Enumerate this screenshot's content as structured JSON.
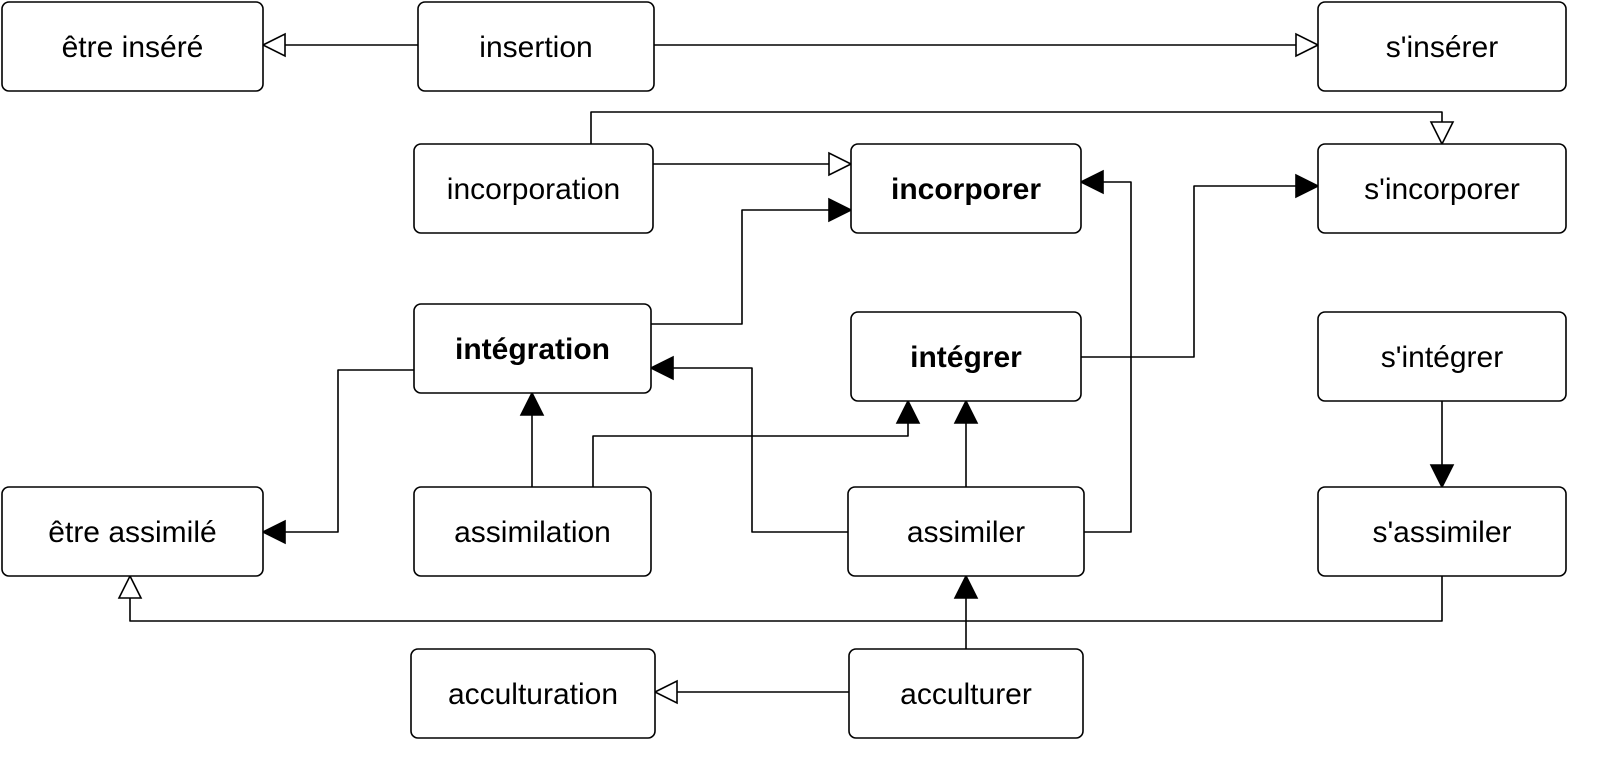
{
  "nodes": {
    "etre_insere": "être inséré",
    "insertion": "insertion",
    "s_inserer": "s'insérer",
    "incorporation": "incorporation",
    "incorporer": "incorporer",
    "s_incorporer": "s'incorporer",
    "integration": "intégration",
    "integrer": "intégrer",
    "s_integrer": "s'intégrer",
    "etre_assimile": "être assimilé",
    "assimilation": "assimilation",
    "assimiler": "assimiler",
    "s_assimiler": "s'assimiler",
    "acculturation": "acculturation",
    "acculturer": "acculturer"
  },
  "emphasized_nodes": [
    "incorporer",
    "integration",
    "integrer"
  ],
  "edges": [
    {
      "from": "insertion",
      "to": "etre_insere",
      "arrow": "hollow"
    },
    {
      "from": "insertion",
      "to": "s_inserer",
      "arrow": "hollow"
    },
    {
      "from": "incorporation",
      "to": "s_incorporer",
      "arrow": "hollow"
    },
    {
      "from": "incorporation",
      "to": "incorporer",
      "arrow": "hollow"
    },
    {
      "from": "integration",
      "to": "incorporer",
      "arrow": "filled"
    },
    {
      "from": "assimiler",
      "to": "incorporer",
      "arrow": "filled"
    },
    {
      "from": "integrer",
      "to": "s_incorporer",
      "arrow": "filled"
    },
    {
      "from": "integration",
      "to": "etre_assimile",
      "arrow": "filled"
    },
    {
      "from": "assimilation",
      "to": "integration",
      "arrow": "filled"
    },
    {
      "from": "assimilation",
      "to": "integrer",
      "arrow": "filled"
    },
    {
      "from": "assimiler",
      "to": "integration",
      "arrow": "filled"
    },
    {
      "from": "assimiler",
      "to": "integrer",
      "arrow": "filled"
    },
    {
      "from": "s_integrer",
      "to": "s_assimiler",
      "arrow": "filled"
    },
    {
      "from": "s_assimiler",
      "to": "etre_assimile",
      "arrow": "hollow"
    },
    {
      "from": "acculturer",
      "to": "assimiler",
      "arrow": "filled"
    },
    {
      "from": "acculturer",
      "to": "acculturation",
      "arrow": "hollow"
    }
  ]
}
